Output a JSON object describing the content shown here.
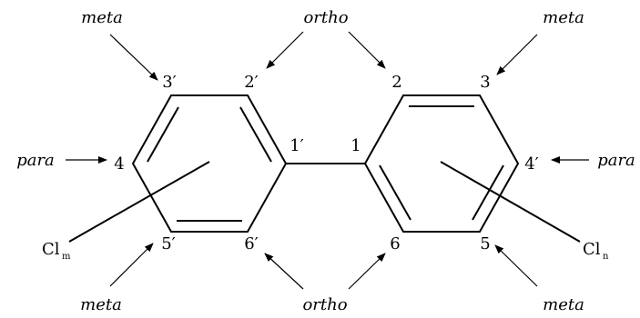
{
  "labels": {
    "meta": "meta",
    "ortho": "ortho",
    "para": "para"
  },
  "positions": {
    "left": {
      "p3": "3′",
      "p2": "2′",
      "p1": "1′",
      "p4": "4",
      "p5": "5′",
      "p6": "6′"
    },
    "right": {
      "p2": "2",
      "p3": "3",
      "p1": "1",
      "p4": "4′",
      "p6": "6",
      "p5": "5"
    }
  },
  "substituents": {
    "left": {
      "symbol": "Cl",
      "subscript": "m"
    },
    "right": {
      "symbol": "Cl",
      "subscript": "n"
    }
  }
}
